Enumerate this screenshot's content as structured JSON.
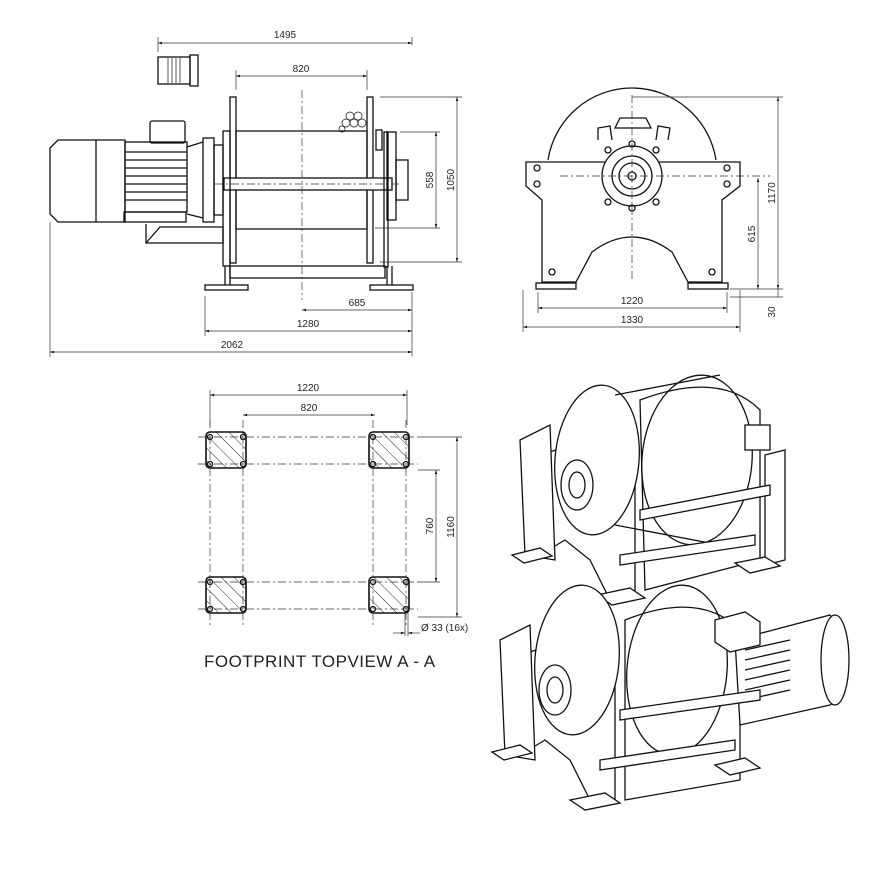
{
  "side_view": {
    "dims": {
      "overall_drum_frame": "1495",
      "drum_length": "820",
      "drum_diameter": "558",
      "flange_height": "1050",
      "center_to_end": "685",
      "frame_length": "1280",
      "overall_length": "2062"
    }
  },
  "end_view": {
    "dims": {
      "height": "1170",
      "shaft_height": "615",
      "foot_thickness": "30",
      "foot_spacing": "1220",
      "overall_width": "1330"
    }
  },
  "footprint": {
    "title": "FOOTPRINT  TOPVIEW  A - A",
    "dims": {
      "outer_x": "1220",
      "inner_x": "820",
      "inner_y": "760",
      "outer_y": "1160",
      "holes": "Ø 33 (16x)"
    }
  },
  "colors": {
    "line": "#111111",
    "background": "#ffffff"
  }
}
